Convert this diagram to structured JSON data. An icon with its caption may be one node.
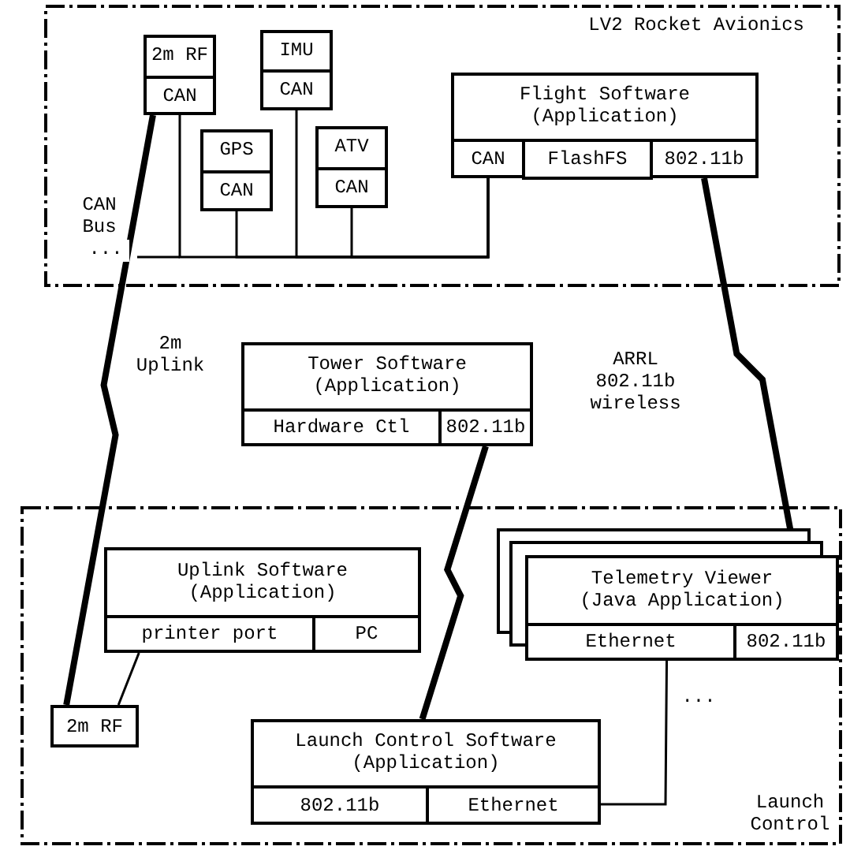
{
  "diagram": {
    "nodes": [
      {
        "text": [
          "LV2 Rocket Avionics"
        ]
      },
      {
        "text": [
          "2m RF"
        ],
        "in": 0
      },
      {
        "text": [
          "CAN"
        ],
        "in": 1
      },
      {
        "text": [
          "IMU"
        ],
        "in": 0
      },
      {
        "text": [
          "CAN"
        ],
        "in": 3
      },
      {
        "text": [
          "GPS"
        ],
        "in": 0
      },
      {
        "text": [
          "CAN"
        ],
        "in": 5
      },
      {
        "text": [
          "ATV"
        ],
        "in": 0
      },
      {
        "text": [
          "CAN"
        ],
        "in": 7
      },
      {
        "text": [
          "Flight Software (Application)"
        ],
        "in": 0
      },
      {
        "text": [
          "CAN"
        ],
        "in": 9
      },
      {
        "text": [
          "FlashFS"
        ],
        "in": 9
      },
      {
        "text": [
          "802.11b"
        ],
        "in": 9
      },
      {
        "text": [
          "Tower Software (Application)"
        ]
      },
      {
        "text": [
          "Hardware Ctl"
        ],
        "in": 13
      },
      {
        "text": [
          "802.11b"
        ],
        "in": 13
      },
      {
        "text": [
          "Launch Control"
        ]
      },
      {
        "text": [
          "Uplink Software (Application)"
        ],
        "in": 16
      },
      {
        "text": [
          "printer port"
        ],
        "in": 17
      },
      {
        "text": [
          "PC"
        ],
        "in": 17
      },
      {
        "text": [
          "2m RF"
        ],
        "in": 16
      },
      {
        "text": [
          "Telemetry Viewer (Java Application)"
        ],
        "in": 16
      },
      {
        "text": [
          "Ethernet"
        ],
        "in": 21
      },
      {
        "text": [
          "802.11b"
        ],
        "in": 21
      },
      {
        "text": [
          "Launch Control Software (Application)"
        ],
        "in": 16
      },
      {
        "text": [
          "802.11b"
        ],
        "in": 24
      },
      {
        "text": [
          "Ethernet"
        ],
        "in": 24
      }
    ],
    "edges": [
      {
        "from": 2,
        "to": 10,
        "arrow": "none"
      },
      {
        "from": 6,
        "to": 10,
        "arrow": "none"
      },
      {
        "from": 4,
        "to": 10,
        "arrow": "none"
      },
      {
        "from": 8,
        "to": 10,
        "arrow": "none"
      },
      {
        "from": 2,
        "to": 20,
        "arrow": "none",
        "label": "2m Uplink",
        "style": "thick"
      },
      {
        "from": 12,
        "to": 21,
        "arrow": "none",
        "label": "ARRL 802.11b wireless",
        "style": "thick"
      },
      {
        "from": 15,
        "to": 24,
        "arrow": "none",
        "style": "thick"
      },
      {
        "from": 18,
        "to": 20,
        "arrow": "none"
      },
      {
        "from": 22,
        "to": 26,
        "arrow": "none"
      }
    ],
    "labels": [
      "CAN Bus",
      "...",
      "..."
    ]
  }
}
